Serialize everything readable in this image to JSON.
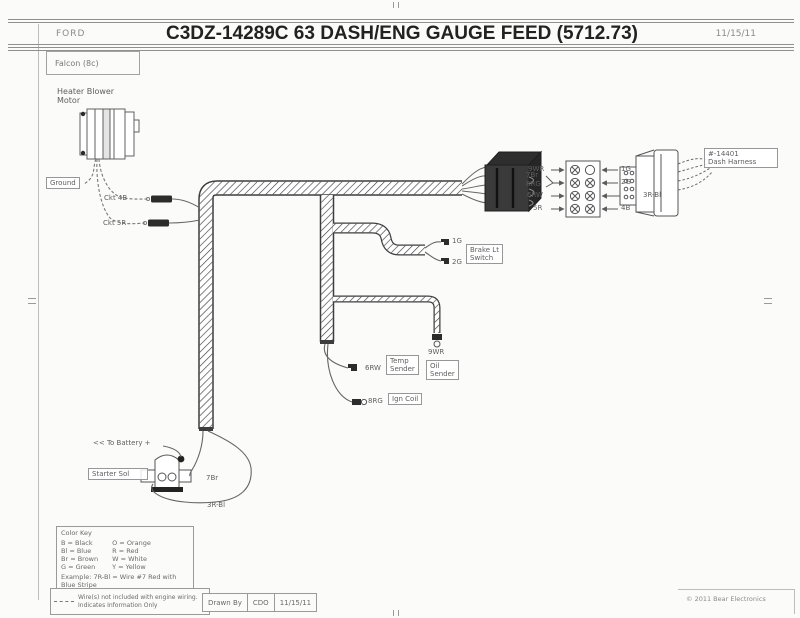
{
  "header": {
    "brand": "FORD",
    "title": "C3DZ-14289C  63 DASH/ENG GAUGE FEED (5712.73)",
    "date": "11/15/11",
    "model": "Falcon (8c)"
  },
  "diagram": {
    "heater_motor_label": "Heater Blower\nMotor",
    "ground_label": "Ground",
    "ckt4_label": "Ckt 4B",
    "ckt5_label": "Ckt 5R",
    "brake_switch_label": "Brake Lt\nSwitch",
    "brake_wire_top": "1G",
    "brake_wire_bottom": "2G",
    "temp_wire": "6RW",
    "temp_sender_label": "Temp\nSender",
    "oil_wire": "9WR",
    "oil_sender_label": "Oil\nSender",
    "coil_wire": "8RG",
    "ign_coil_label": "Ign Coil",
    "battery_label": "<< To Battery +",
    "starter_label": "Starter Sol",
    "starter_wire_upper": "7Br",
    "starter_wire_lower": "3R-Bl",
    "dash_harness_label": "#-14401\nDash Harness"
  },
  "terminal_strip": {
    "rows": [
      {
        "left": "9WR",
        "right": "1G"
      },
      {
        "left": "7Br",
        "left2": "8RG",
        "right": "2G"
      },
      {
        "left": "6RW",
        "right": "3R-Bl"
      },
      {
        "left": "5R",
        "right": "4B"
      }
    ]
  },
  "color_key": {
    "title": "Color Key",
    "col1": [
      "B = Black",
      "Bl = Blue",
      "Br = Brown",
      "G = Green"
    ],
    "col2": [
      "O = Orange",
      "R = Red",
      "W = White",
      "Y = Yellow"
    ],
    "example": "Example: 7R-Bl = Wire #7 Red with\nBlue Stripe"
  },
  "footer": {
    "note": "Wire(s) not included with engine wiring.\nIndicates Information Only",
    "drawn_by_label": "Drawn By",
    "drawn_by": "CDO",
    "date": "11/15/11",
    "copyright": "© 2011 Bear Electronics"
  }
}
